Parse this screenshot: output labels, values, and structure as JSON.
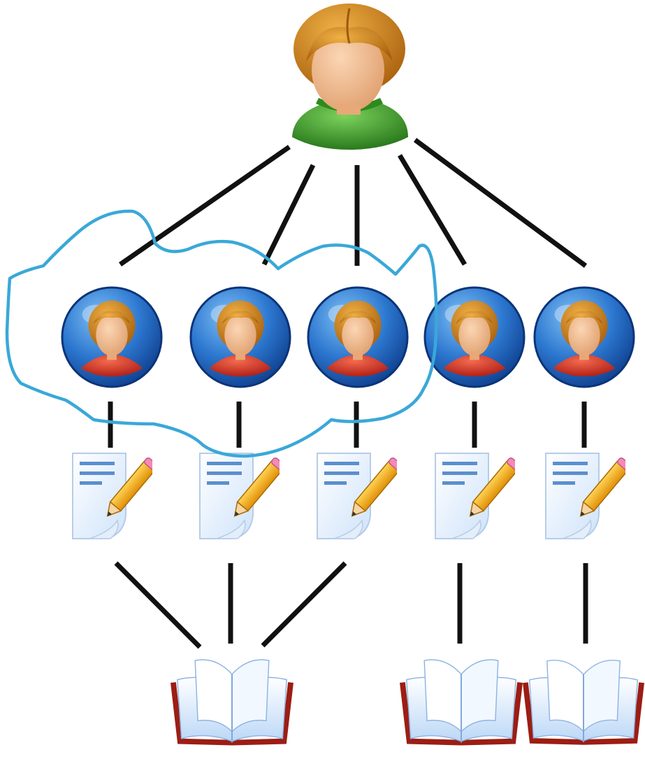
{
  "diagram": {
    "root": {
      "icon": "supervisor-person-icon",
      "shirt_color": "#2e8b1e"
    },
    "members": [
      {
        "icon": "team-member-icon",
        "in_group": true
      },
      {
        "icon": "team-member-icon",
        "in_group": true
      },
      {
        "icon": "team-member-icon",
        "in_group": true
      },
      {
        "icon": "team-member-icon",
        "in_group": false
      },
      {
        "icon": "team-member-icon",
        "in_group": false
      }
    ],
    "documents": [
      {
        "icon": "document-pencil-icon"
      },
      {
        "icon": "document-pencil-icon"
      },
      {
        "icon": "document-pencil-icon"
      },
      {
        "icon": "document-pencil-icon"
      },
      {
        "icon": "document-pencil-icon"
      }
    ],
    "books": [
      {
        "icon": "open-book-icon",
        "sources": [
          0,
          1,
          2
        ]
      },
      {
        "icon": "open-book-icon",
        "sources": [
          3
        ]
      },
      {
        "icon": "open-book-icon",
        "sources": [
          4
        ]
      }
    ],
    "group_outline": {
      "icon": "group-boundary-outline",
      "color": "#3aa8d8"
    },
    "colors": {
      "connector": "#111111",
      "member_circle": "#1a5fb4",
      "member_shirt": "#d8261a",
      "hair": "#c77a12",
      "skin": "#f1b98a",
      "book_cover": "#b8261c",
      "page": "#eef5fd",
      "pencil": "#f4b31e"
    }
  }
}
